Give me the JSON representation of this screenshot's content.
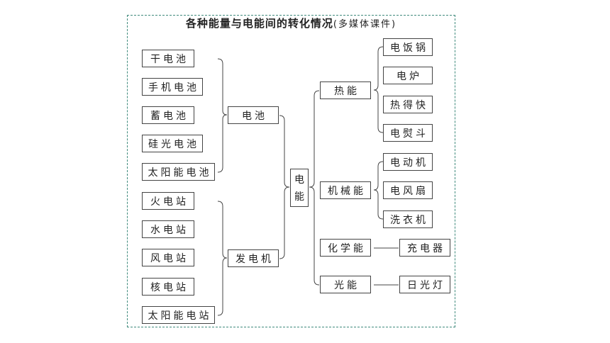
{
  "title": {
    "main": "各种能量与电能间的转化情况",
    "sub": "(多媒体课件)"
  },
  "sources": {
    "batteries": [
      "干电池",
      "手机电池",
      "蓄电池",
      "硅光电池",
      "太阳能电池"
    ],
    "stations": [
      "火电站",
      "水电站",
      "风电站",
      "核电站",
      "太阳能电站"
    ]
  },
  "mid": {
    "battery": "电池",
    "generator": "发电机"
  },
  "center": {
    "char1": "电",
    "char2": "能"
  },
  "forms": {
    "heat": "热能",
    "mechanical": "机械能",
    "chemical": "化学能",
    "light": "光能"
  },
  "devices": {
    "heat": [
      "电饭锅",
      "电炉",
      "热得快",
      "电熨斗"
    ],
    "mechanical": [
      "电动机",
      "电风扇",
      "洗衣机"
    ],
    "chemical": "充电器",
    "light": "日光灯"
  }
}
